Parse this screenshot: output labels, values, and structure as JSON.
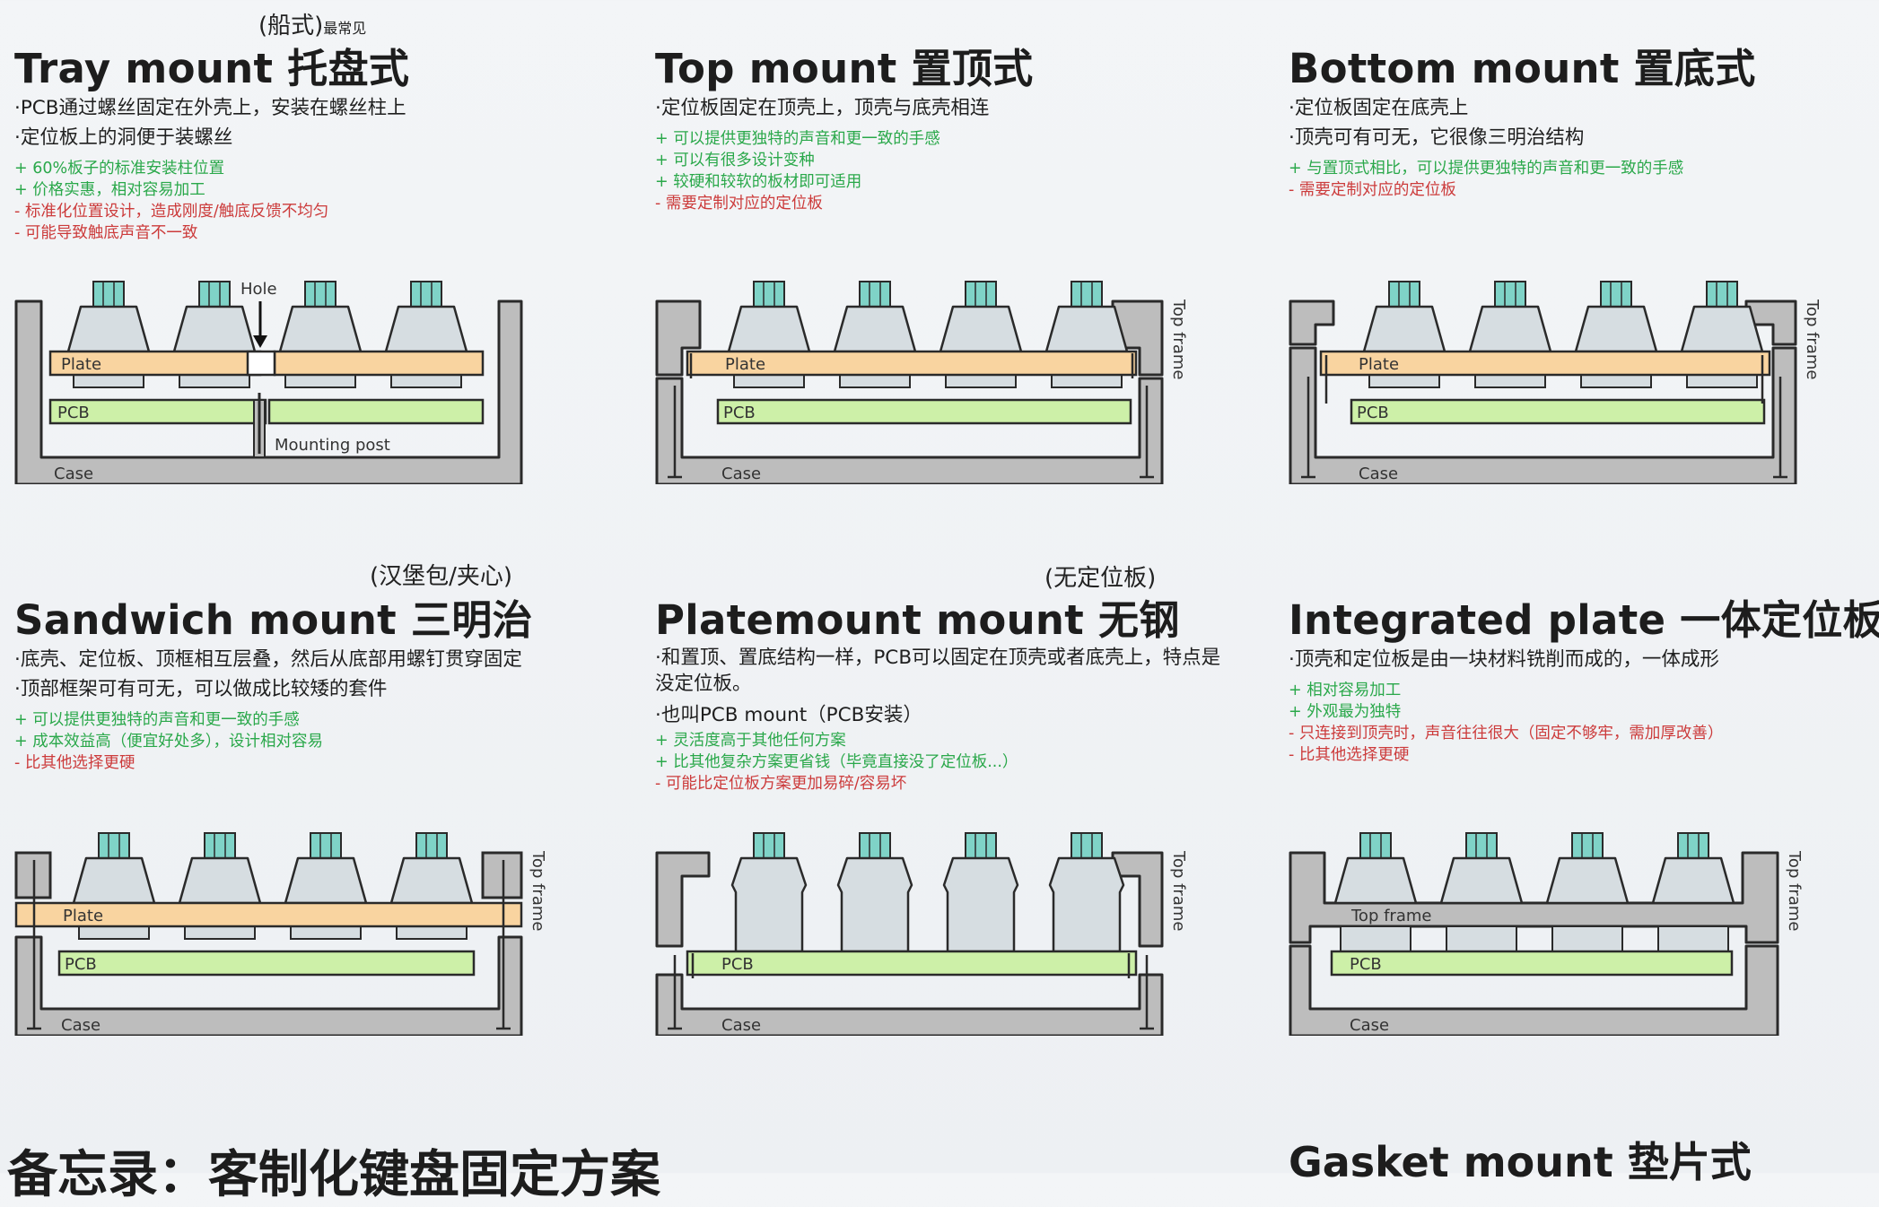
{
  "panels": {
    "tray": {
      "note": "(船式)",
      "note_small": "最常见",
      "title": "Tray mount 托盘式",
      "bullets": [
        "·PCB通过螺丝固定在外壳上，安装在螺丝柱上",
        "·定位板上的洞便于装螺丝"
      ],
      "pros": [
        "+ 60%板子的标准安装柱位置",
        "+ 价格实惠，相对容易加工"
      ],
      "cons": [
        "- 标准化位置设计，造成刚度/触底反馈不均匀",
        "- 可能导致触底声音不一致"
      ],
      "labels": {
        "plate": "Plate",
        "pcb": "PCB",
        "case": "Case",
        "hole": "Hole",
        "post": "Mounting post"
      }
    },
    "top": {
      "title": "Top mount 置顶式",
      "bullets": [
        "·定位板固定在顶壳上，顶壳与底壳相连"
      ],
      "pros": [
        "+ 可以提供更独特的声音和更一致的手感",
        "+ 可以有很多设计变种",
        "+ 较硬和较软的板材即可适用"
      ],
      "cons": [
        "- 需要定制对应的定位板"
      ],
      "labels": {
        "plate": "Plate",
        "pcb": "PCB",
        "case": "Case",
        "frame": "Top frame"
      }
    },
    "bottom": {
      "title": "Bottom mount 置底式",
      "bullets": [
        "·定位板固定在底壳上",
        "·顶壳可有可无，它很像三明治结构"
      ],
      "pros": [
        "+ 与置顶式相比，可以提供更独特的声音和更一致的手感"
      ],
      "cons": [
        "- 需要定制对应的定位板"
      ],
      "labels": {
        "plate": "Plate",
        "pcb": "PCB",
        "case": "Case",
        "frame": "Top frame"
      }
    },
    "sandwich": {
      "note": "(汉堡包/夹心)",
      "title": "Sandwich mount 三明治",
      "bullets": [
        "·底壳、定位板、顶框相互层叠，然后从底部用螺钉贯穿固定",
        "·顶部框架可有可无，可以做成比较矮的套件"
      ],
      "pros": [
        "+ 可以提供更独特的声音和更一致的手感",
        "+ 成本效益高（便宜好处多），设计相对容易"
      ],
      "cons": [
        "- 比其他选择更硬"
      ],
      "labels": {
        "plate": "Plate",
        "pcb": "PCB",
        "case": "Case",
        "frame": "Top frame"
      }
    },
    "platemount": {
      "note": "(无定位板)",
      "title": "Platemount mount 无钢",
      "bullets": [
        "·和置顶、置底结构一样，PCB可以固定在顶壳或者底壳上，特点是没定位板。",
        "·也叫PCB mount（PCB安装）"
      ],
      "pros": [
        "+ 灵活度高于其他任何方案",
        "+ 比其他复杂方案更省钱（毕竟直接没了定位板...）"
      ],
      "cons": [
        "- 可能比定位板方案更加易碎/容易坏"
      ],
      "labels": {
        "pcb": "PCB",
        "case": "Case",
        "frame": "Top frame"
      }
    },
    "integrated": {
      "title": "Integrated plate 一体定位板",
      "bullets": [
        "·顶壳和定位板是由一块材料铣削而成的，一体成形"
      ],
      "pros": [
        "+ 相对容易加工",
        "+ 外观最为独特"
      ],
      "cons": [
        "- 只连接到顶壳时，声音往往很大（固定不够牢，需加厚改善）",
        "- 比其他选择更硬"
      ],
      "labels": {
        "frame_plate": "Top frame",
        "pcb": "PCB",
        "case": "Case",
        "frame": "Top frame"
      }
    }
  },
  "footer": {
    "left_title": "备忘录：客制化键盘固定方案",
    "right_title": "Gasket mount 垫片式"
  },
  "colors": {
    "case": "#bdbdbd",
    "plate": "#f9d4a0",
    "pcb": "#cdf0a8",
    "keycap": "#d6dde1",
    "stem": "#7fd3c7",
    "pro": "#2aa84a",
    "con": "#cc3b3b"
  }
}
